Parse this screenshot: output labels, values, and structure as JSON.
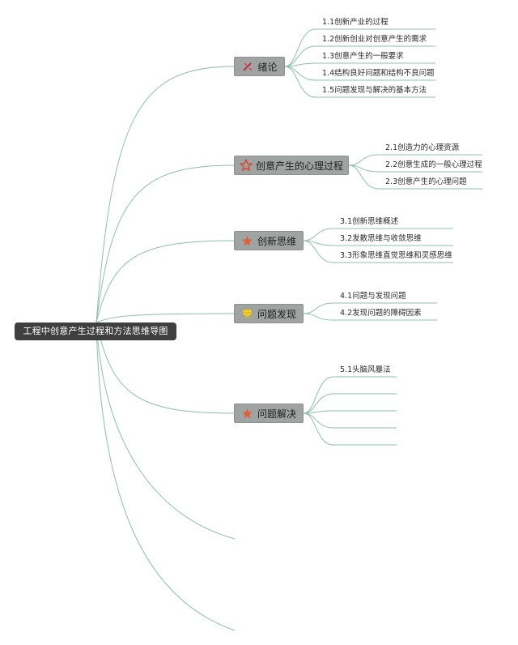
{
  "root": {
    "label": "工程中创意产生过程和方法思维导图"
  },
  "line_color": "#8fbfa8",
  "branches": [
    {
      "label": "绪论",
      "icon": "pencil-ruler-icon",
      "children": [
        "1.1创新产业的过程",
        "1.2创新创业对创意产生的需求",
        "1.3创意产生的一般要求",
        "1.4结构良好问题和结构不良问题",
        "1.5问题发现与解决的基本方法"
      ]
    },
    {
      "label": "创意产生的心理过程",
      "icon": "star-outline-icon",
      "children": [
        "2.1创造力的心理资源",
        "2.2创意生成的一般心理过程",
        "2.3创意产生的心理问题"
      ]
    },
    {
      "label": "创新思维",
      "icon": "star-filled-icon",
      "children": [
        "3.1创新思维概述",
        "3.2发散思维与收敛思维",
        "3.3形象思维直觉思维和灵感思维"
      ]
    },
    {
      "label": "问题发现",
      "icon": "gem-icon",
      "children": [
        "4.1问题与发现问题",
        "4.2发现问题的障碍因素"
      ]
    },
    {
      "label": "问题解决",
      "icon": "star-filled-icon",
      "children": [
        "5.1头脑风暴法",
        "",
        "",
        "",
        ""
      ]
    }
  ]
}
